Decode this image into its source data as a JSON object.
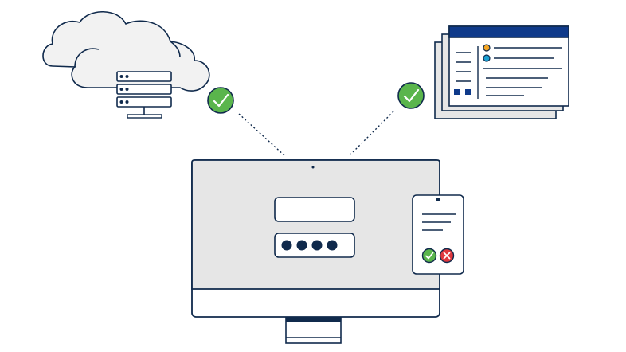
{
  "colors": {
    "navy": "#102a4c",
    "light_gray": "#e6e6e6",
    "cloud_fill": "#f2f2f2",
    "check_green": "#5ab54c",
    "error_red": "#e0383e",
    "accent_orange": "#f5a623",
    "accent_blue": "#1aa0d2",
    "header_blue": "#0f3a8a",
    "white": "#ffffff"
  },
  "illustration": {
    "cloud_server": {
      "icon": "cloud-server-icon",
      "server_units": 3,
      "connection_status": "verified"
    },
    "document_windows": {
      "icon": "app-window-icon",
      "stack_depth": 3,
      "connection_status": "verified"
    },
    "monitor": {
      "username_field_value": "",
      "password_mask": "●●●●",
      "password_dot_count": 4
    },
    "phone": {
      "text_lines": 3,
      "approve_icon": "check-icon",
      "deny_icon": "close-icon"
    }
  }
}
